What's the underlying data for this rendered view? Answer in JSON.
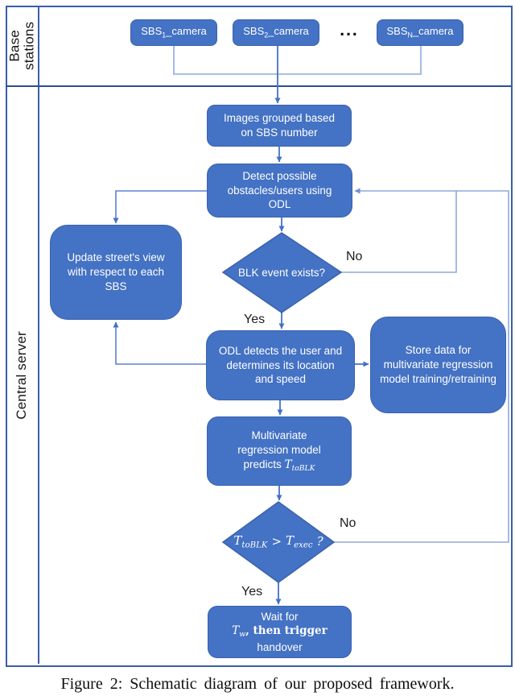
{
  "caption": "Figure 2: Schematic diagram of our proposed framework.",
  "lanes": {
    "top": "Base stations",
    "bottom": "Central server"
  },
  "cameras": [
    {
      "prefix": "SBS",
      "sub": "1",
      "suffix": "_camera"
    },
    {
      "prefix": "SBS",
      "sub": "2",
      "suffix": "_camera"
    },
    {
      "prefix": "SBS",
      "sub": "N",
      "suffix": "_camera"
    }
  ],
  "dots": "...",
  "nodes": {
    "images": "Images grouped based on SBS number",
    "detect": "Detect possible obstacles/users using ODL",
    "update": "Update street's view with respect to each SBS",
    "decision1": "BLK event exists?",
    "odl": "ODL detects the user and determines its location and speed",
    "store": "Store data for multivariate regression model training/retraining",
    "predict": {
      "text": "Multivariate regression model predicts",
      "math_base": "T",
      "math_sub": "toBLK"
    },
    "decision2": {
      "lhs_base": "T",
      "lhs_sub": "toBLK",
      "op": ">",
      "rhs_base": "T",
      "rhs_sub": "exec",
      "q": "?"
    },
    "wait": {
      "line1": "Wait for",
      "math_base": "T",
      "math_sub": "w",
      "line2_rest": ", then trigger",
      "line3": "handover"
    }
  },
  "edges": {
    "yes1": "Yes",
    "no1": "No",
    "yes2": "Yes",
    "no2": "No"
  },
  "colors": {
    "node_fill": "#4472c4",
    "node_border": "#3a62ad",
    "connector": "#4472c4",
    "connector_light": "#8fa9dc",
    "frame": "#3a5ea8",
    "divider": "#2f4e8c",
    "node_text": "#ffffff",
    "label_text": "#1d1d1d"
  }
}
